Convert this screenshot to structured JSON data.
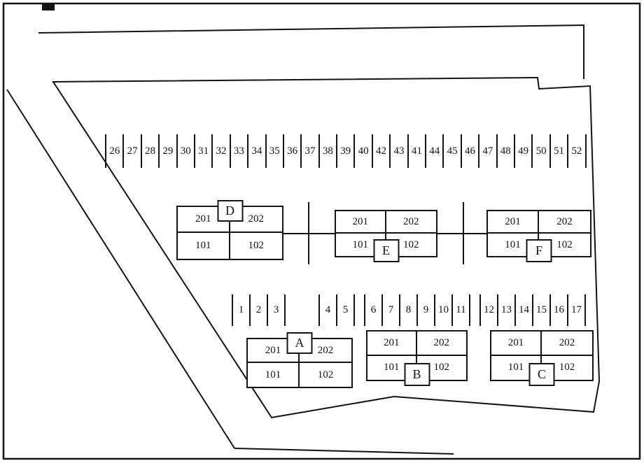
{
  "plan": {
    "type": "apartment-site-plan",
    "line_color": "#141414",
    "top_parking_numbers": [
      "26",
      "27",
      "28",
      "29",
      "30",
      "31",
      "32",
      "33",
      "34",
      "35",
      "36",
      "37",
      "38",
      "39",
      "40",
      "42",
      "43",
      "41",
      "44",
      "45",
      "46",
      "47",
      "48",
      "49",
      "50",
      "51",
      "52"
    ],
    "bottom_parking_groups": [
      [
        "1",
        "2",
        "3"
      ],
      [
        "4",
        "5"
      ],
      [
        "6",
        "7",
        "8",
        "9",
        "10",
        "11"
      ],
      [
        "12",
        "13",
        "14",
        "15",
        "16",
        "17"
      ]
    ],
    "buildings": [
      {
        "label": "D",
        "tab_side": "top",
        "units": {
          "tl": "201",
          "tr": "202",
          "bl": "101",
          "br": "102"
        }
      },
      {
        "label": "E",
        "tab_side": "bottom",
        "units": {
          "tl": "201",
          "tr": "202",
          "bl": "101",
          "br": "102"
        }
      },
      {
        "label": "F",
        "tab_side": "bottom",
        "units": {
          "tl": "201",
          "tr": "202",
          "bl": "101",
          "br": "102"
        }
      },
      {
        "label": "A",
        "tab_side": "top",
        "units": {
          "tl": "201",
          "tr": "202",
          "bl": "101",
          "br": "102"
        }
      },
      {
        "label": "B",
        "tab_side": "bottom",
        "units": {
          "tl": "201",
          "tr": "202",
          "bl": "101",
          "br": "102"
        }
      },
      {
        "label": "C",
        "tab_side": "bottom",
        "units": {
          "tl": "201",
          "tr": "202",
          "bl": "101",
          "br": "102"
        }
      }
    ]
  }
}
